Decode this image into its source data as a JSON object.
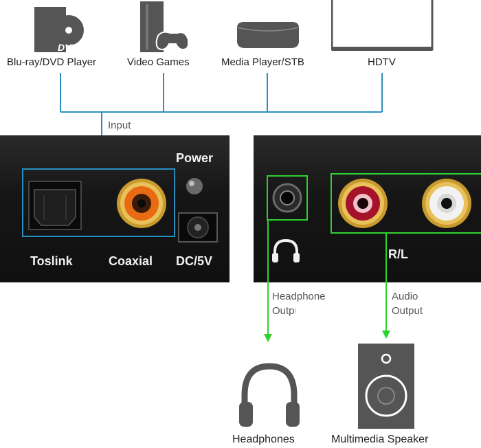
{
  "sources": [
    {
      "label": "Blu-ray/DVD Player",
      "icon": "disc-player-icon"
    },
    {
      "label": "Video Games",
      "icon": "game-console-icon"
    },
    {
      "label": "Media Player/STB",
      "icon": "media-player-icon"
    },
    {
      "label": "HDTV",
      "icon": "tv-icon"
    }
  ],
  "dvd_badge": "DVD",
  "input_label": "Input",
  "left_panel": {
    "power": "Power",
    "toslink": "Toslink",
    "coaxial": "Coaxial",
    "dc": "DC/5V"
  },
  "right_panel": {
    "rl": "R/L"
  },
  "headphone_output_line1": "Headphone",
  "headphone_output_line2": "Output",
  "audio_output_line1": "Audio",
  "audio_output_line2": "Output",
  "outputs": [
    {
      "label": "Headphones",
      "icon": "headphones-icon"
    },
    {
      "label": "Multimedia Speaker",
      "icon": "speaker-icon"
    }
  ],
  "colors": {
    "input_wire": "#2a8fc0",
    "output_wire": "#2ed12e",
    "panel": "#141414",
    "icon_gray": "#555555"
  }
}
